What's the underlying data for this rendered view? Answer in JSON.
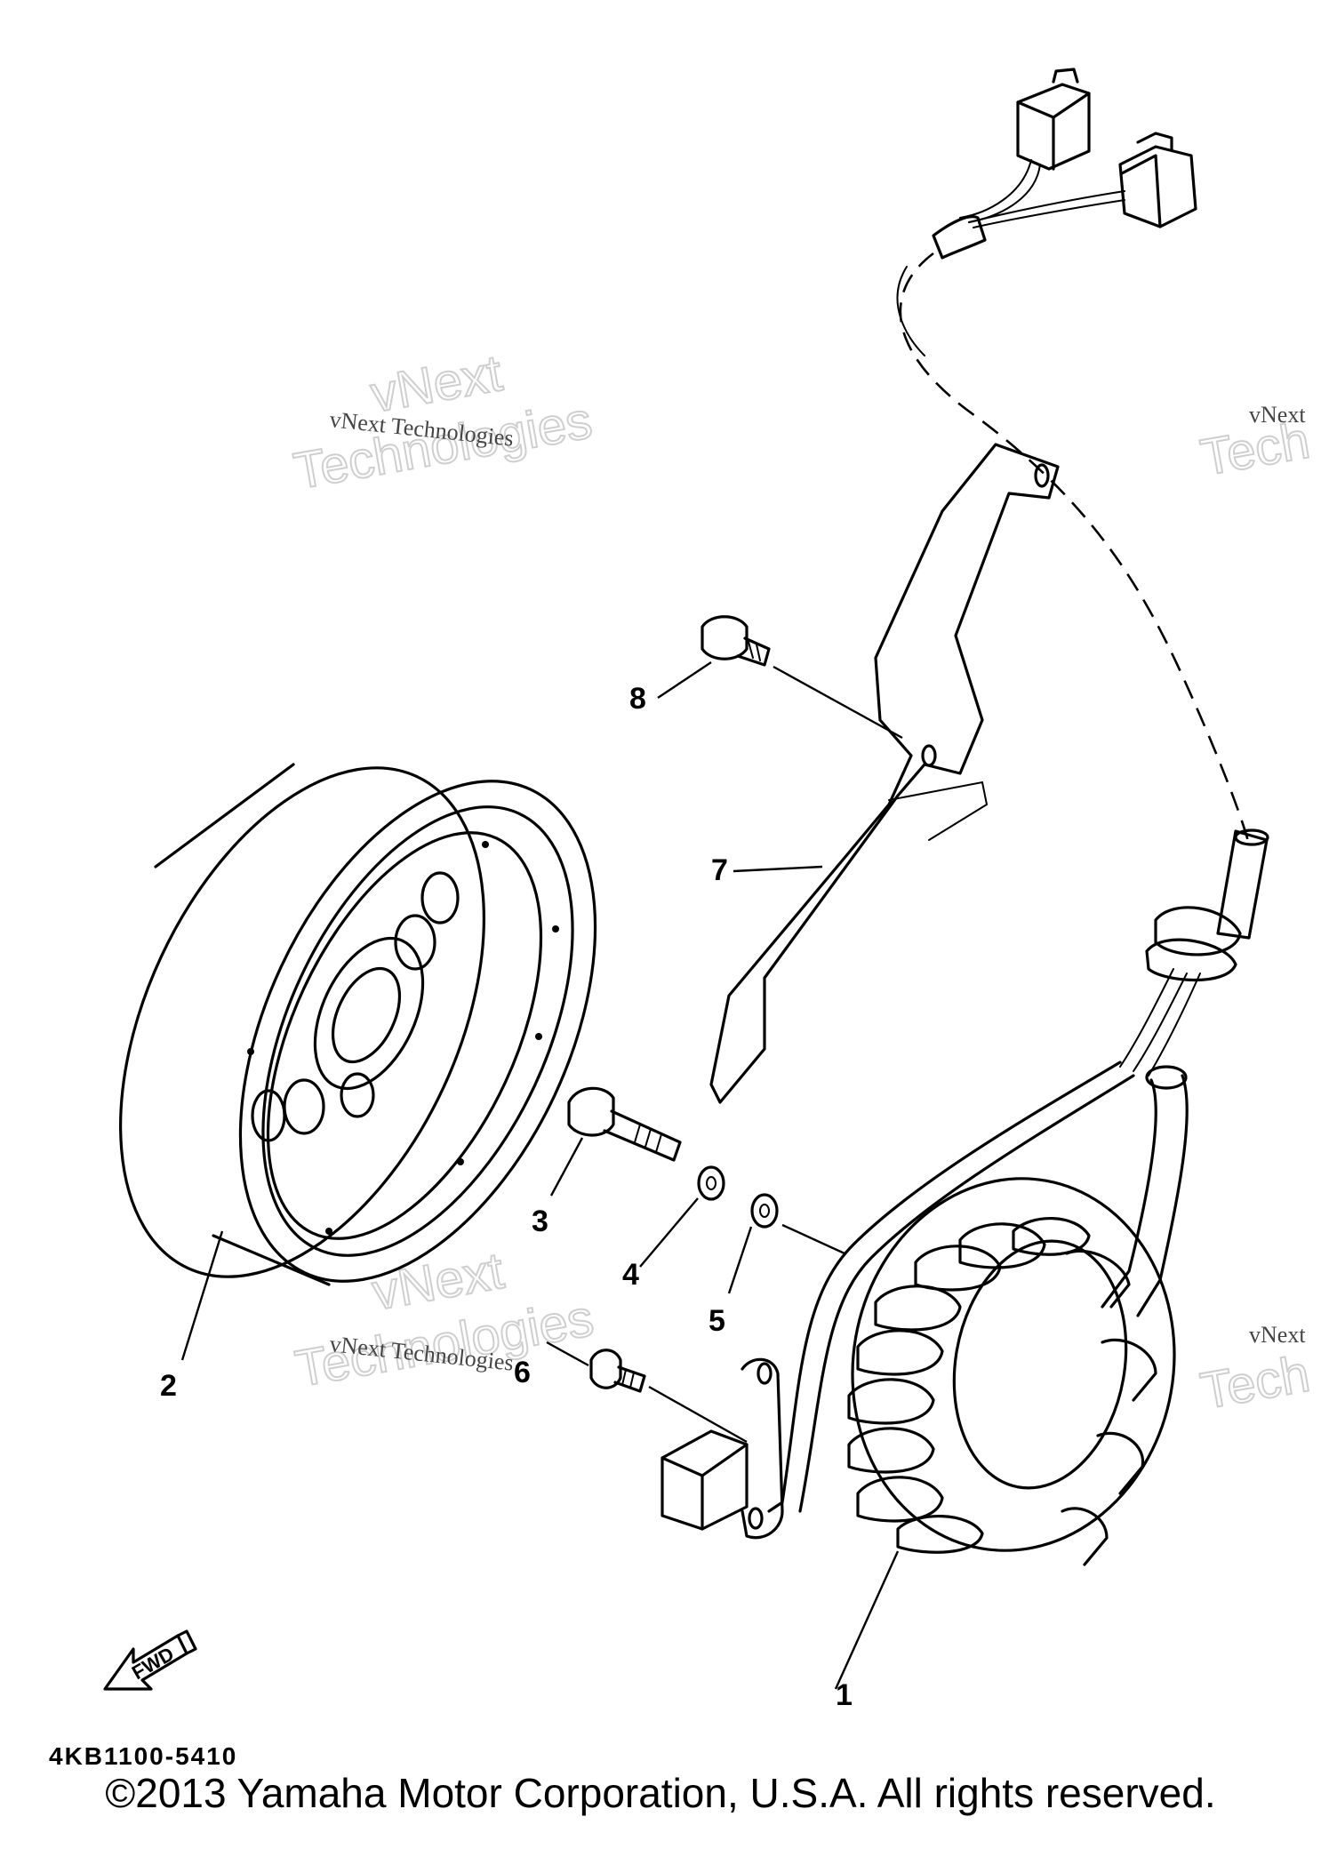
{
  "diagram": {
    "callouts": [
      "1",
      "2",
      "3",
      "4",
      "5",
      "6",
      "7",
      "8"
    ],
    "part_code": "4KB1100-5410",
    "fwd_label": "FWD"
  },
  "watermarks": {
    "line1": "vNext Technologies",
    "word1": "vNext",
    "word2": "Technologies",
    "partial_line": "vNext",
    "partial_word": "Tech"
  },
  "footer": {
    "copyright": "©2013 Yamaha Motor Corporation, U.S.A. All rights reserved."
  }
}
